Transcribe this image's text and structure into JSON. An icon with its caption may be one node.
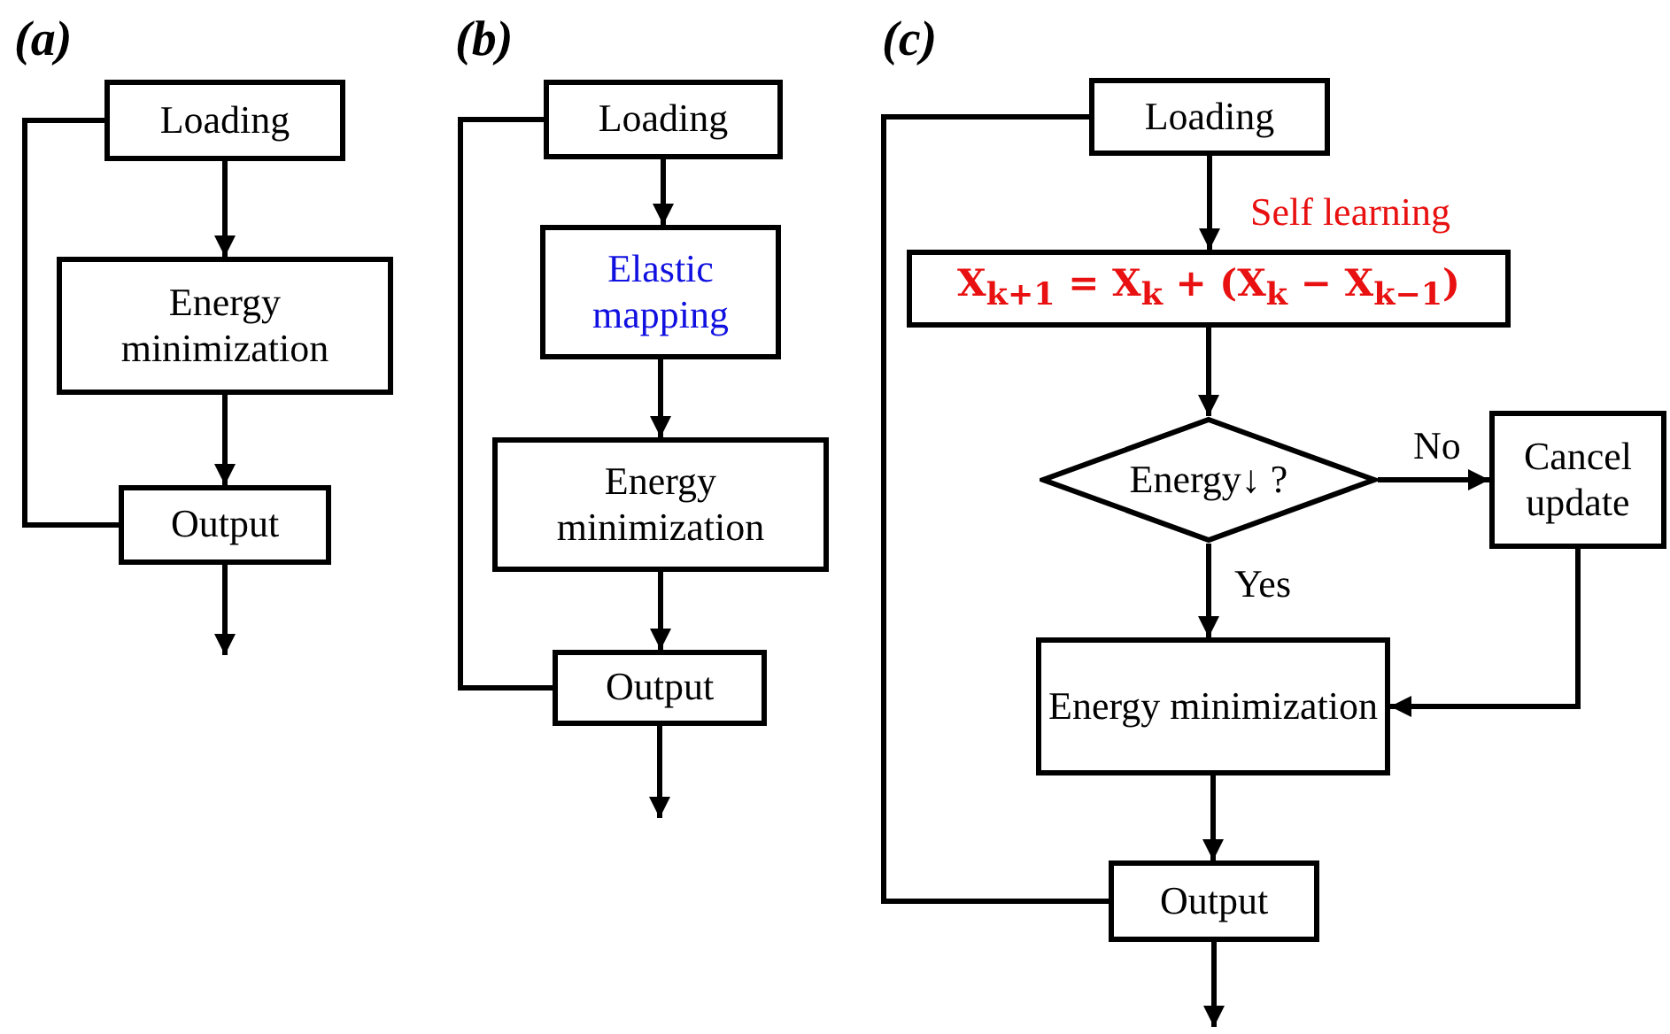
{
  "diagram": {
    "nodes": [
      {
        "text": [
          "Loading"
        ]
      },
      {
        "text": [
          "Energy minimization"
        ]
      },
      {
        "text": [
          "Output"
        ]
      },
      {
        "text": [
          "Loading"
        ]
      },
      {
        "text": [
          "Elastic mapping"
        ]
      },
      {
        "text": [
          "Energy minimization"
        ]
      },
      {
        "text": [
          "Output"
        ]
      },
      {
        "text": [
          "Loading"
        ]
      },
      {
        "text": [
          "X$_{k+1}$ = X$_{k}$ + (X$_{k}$ − X$_{k−1}$)"
        ],
        "beside": [
          "Self learning"
        ]
      },
      {
        "text": [
          "Energy↓ ?"
        ]
      },
      {
        "text": [
          "Cancel update"
        ]
      },
      {
        "text": [
          "Energy minimization"
        ]
      },
      {
        "text": [
          "Output"
        ]
      }
    ],
    "edges": [
      {
        "from": 0,
        "to": 1,
        "arrow": "to"
      },
      {
        "from": 1,
        "to": 2,
        "arrow": "to"
      },
      {
        "from": 2,
        "to": 0,
        "arrow": "none"
      },
      {
        "from": 2,
        "to": null,
        "arrow": "to"
      },
      {
        "from": 3,
        "to": 4,
        "arrow": "to"
      },
      {
        "from": 4,
        "to": 5,
        "arrow": "to"
      },
      {
        "from": 5,
        "to": 6,
        "arrow": "to"
      },
      {
        "from": 6,
        "to": 3,
        "arrow": "none"
      },
      {
        "from": 6,
        "to": null,
        "arrow": "to"
      },
      {
        "from": 7,
        "to": 8,
        "arrow": "to"
      },
      {
        "from": 8,
        "to": 9,
        "arrow": "to"
      },
      {
        "from": 9,
        "to": 10,
        "label": "No",
        "arrow": "to"
      },
      {
        "from": 9,
        "to": 11,
        "label": "Yes",
        "arrow": "to"
      },
      {
        "from": 10,
        "to": 11,
        "arrow": "to"
      },
      {
        "from": 11,
        "to": 12,
        "arrow": "to"
      },
      {
        "from": 12,
        "to": 7,
        "arrow": "none"
      },
      {
        "from": 12,
        "to": null,
        "arrow": "to"
      }
    ],
    "labels": [
      "(a)",
      "(b)",
      "(c)"
    ]
  }
}
